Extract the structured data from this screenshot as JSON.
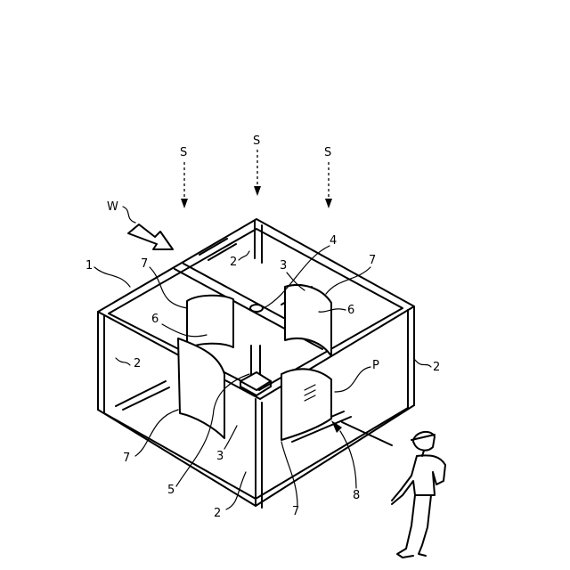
{
  "labels": {
    "sunlight": "S",
    "wind": "W",
    "frame": "1",
    "frame_member": "2",
    "blade_holder": "3",
    "shaft_hole": "4",
    "main_shaft": "5",
    "inner_blade": "6",
    "outer_blade": "7",
    "opening": "8",
    "panel": "P"
  }
}
